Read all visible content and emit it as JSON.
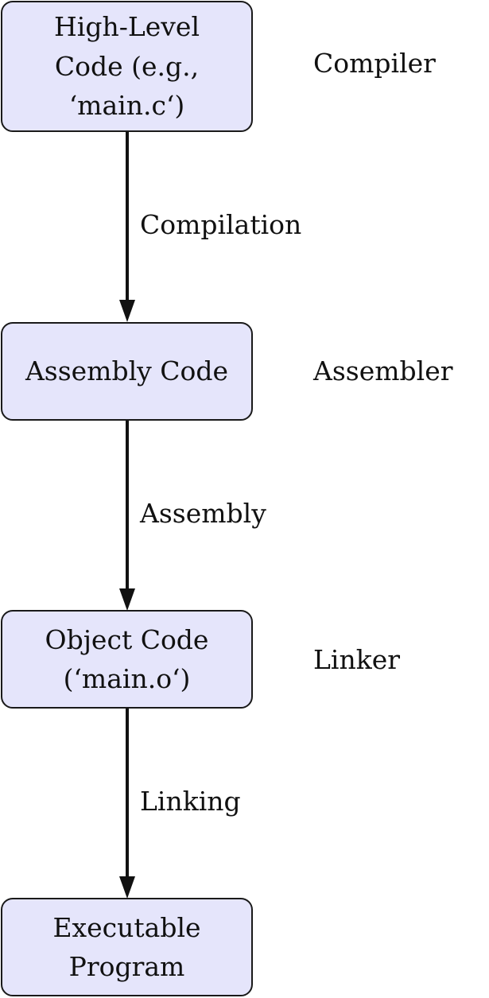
{
  "diagram": {
    "stages": [
      {
        "label": "High-Level\nCode (e.g.,\n‘main.c‘)"
      },
      {
        "label": "Assembly Code"
      },
      {
        "label": "Object Code\n(‘main.o‘)"
      },
      {
        "label": "Executable\nProgram"
      }
    ],
    "tools": [
      {
        "label": "Compiler"
      },
      {
        "label": "Assembler"
      },
      {
        "label": "Linker"
      }
    ],
    "steps": [
      {
        "label": "Compilation"
      },
      {
        "label": "Assembly"
      },
      {
        "label": "Linking"
      }
    ]
  }
}
